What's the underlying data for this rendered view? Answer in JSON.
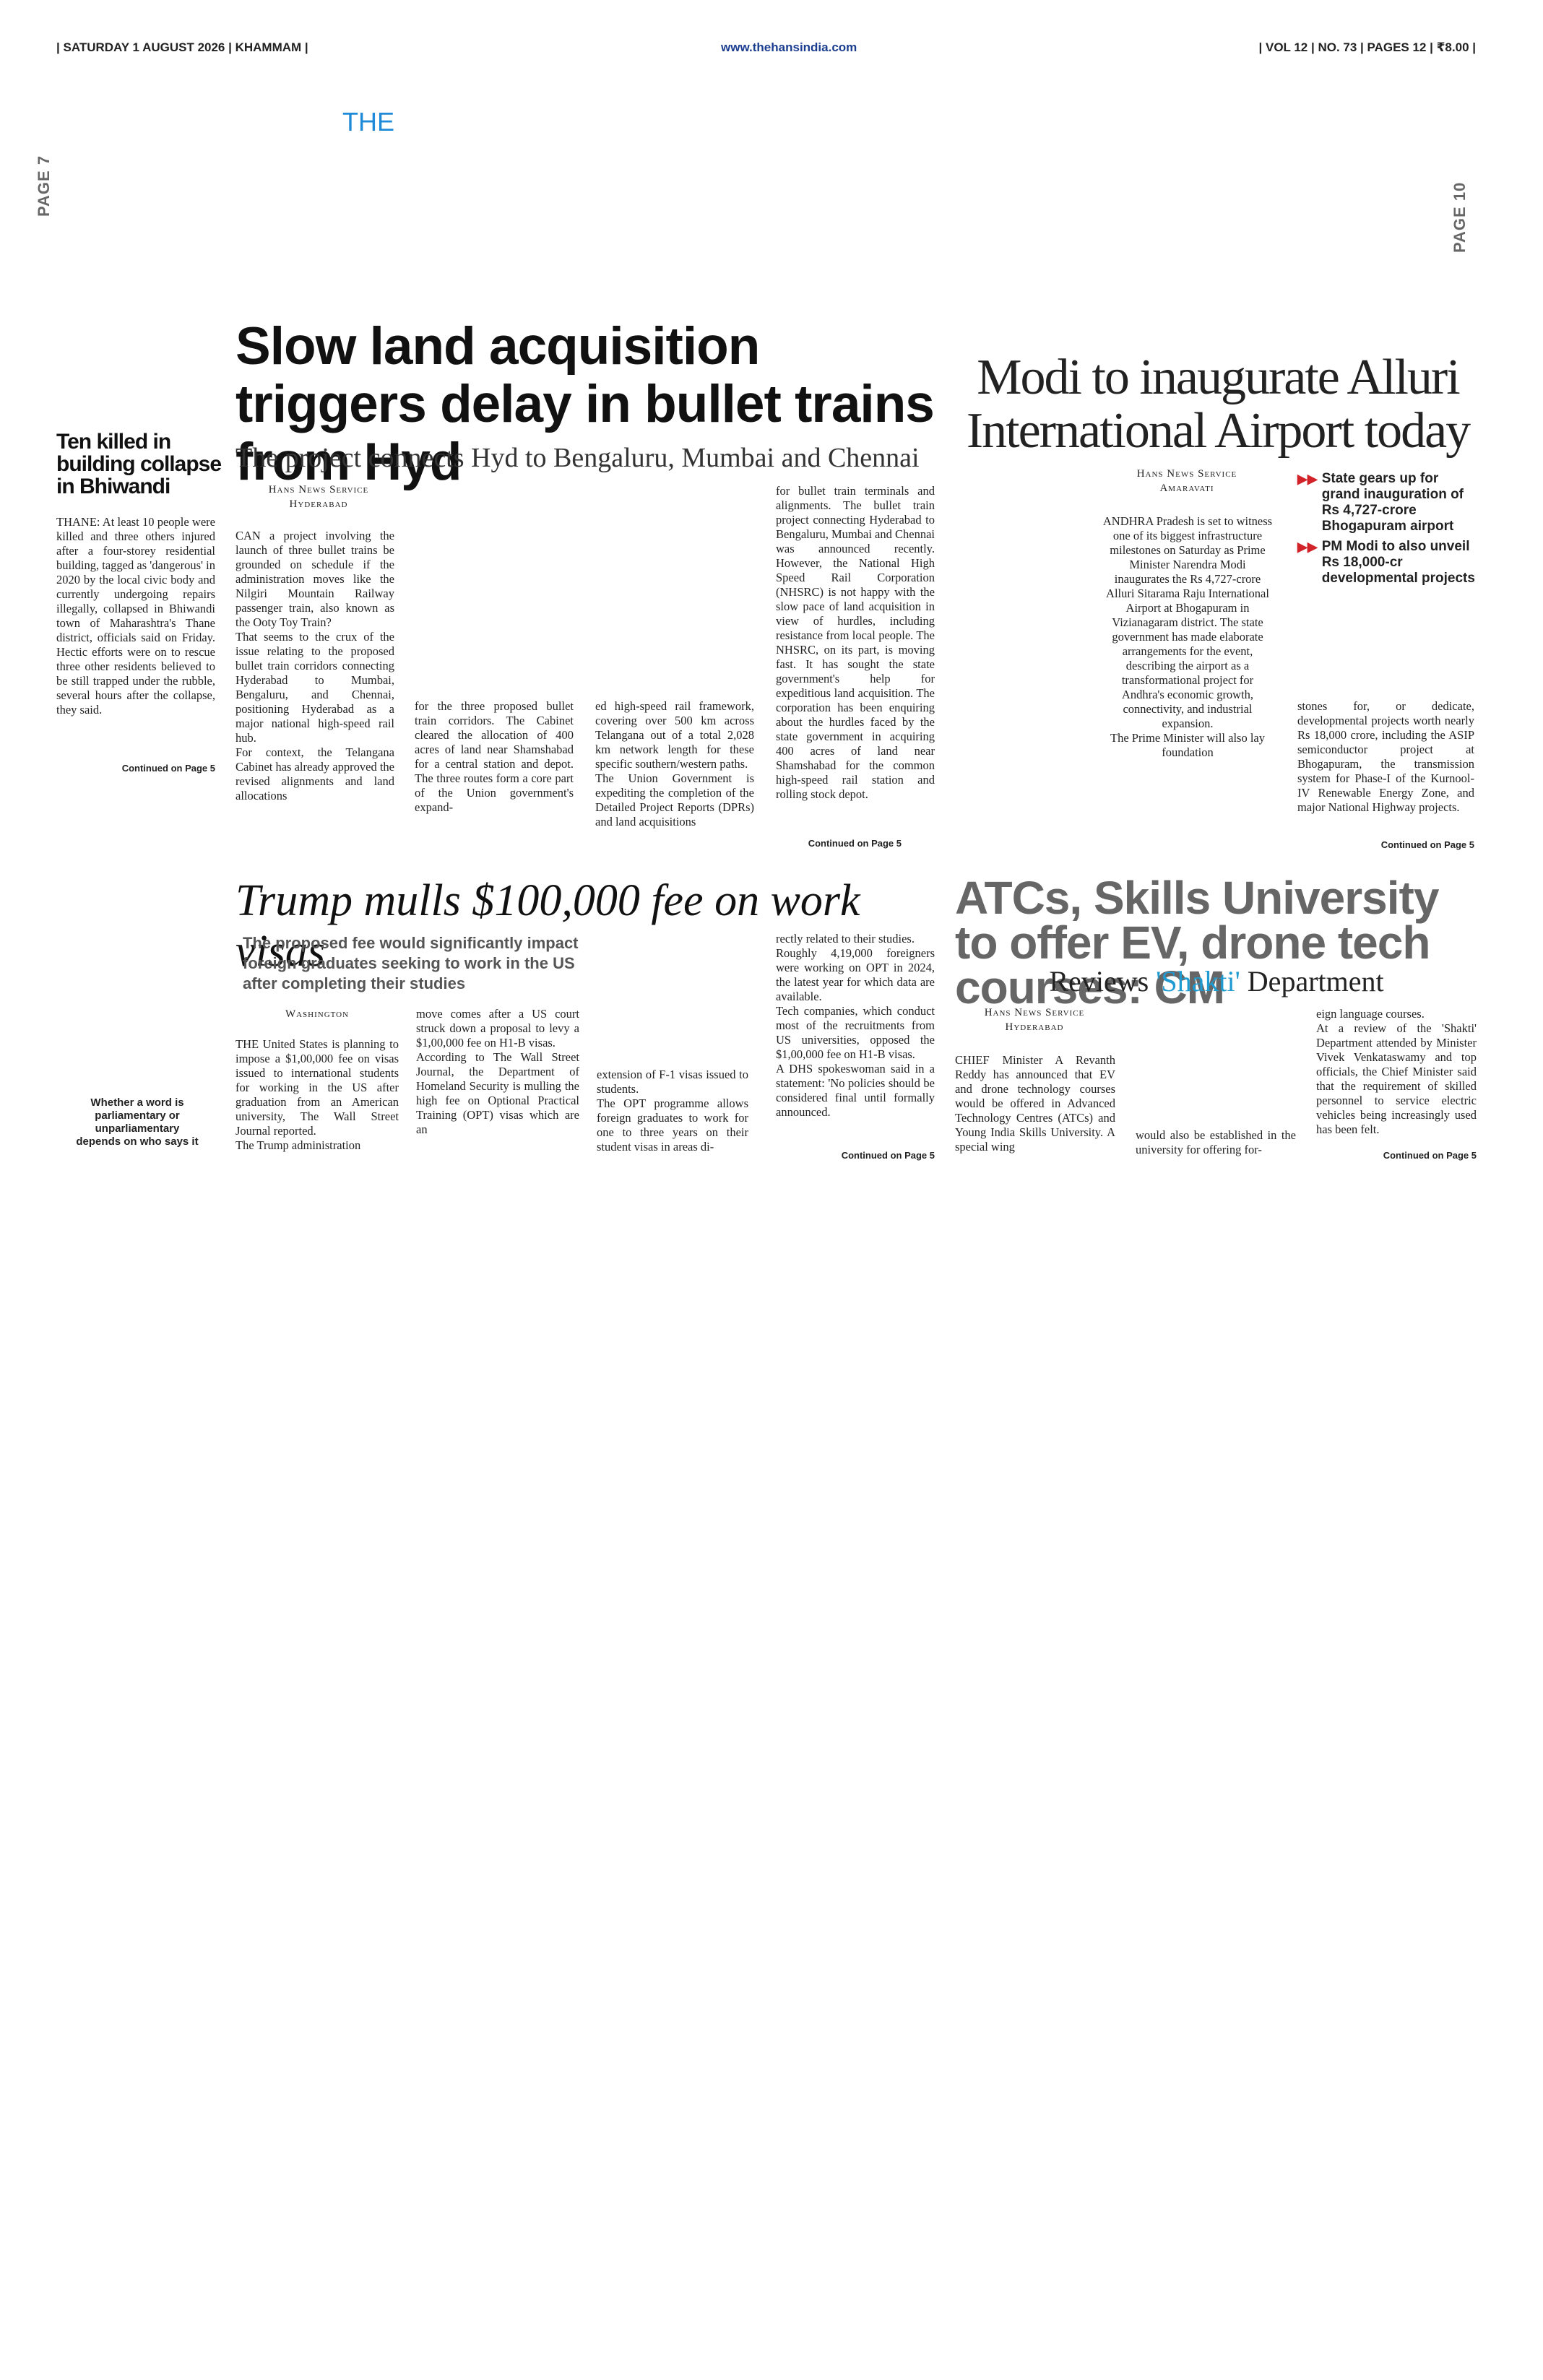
{
  "masthead": {
    "left": "| SATURDAY 1 AUGUST 2026 | KHAMMAM |",
    "center": "www.thehansindia.com",
    "right": "| VOL 12 | NO. 73 | PAGES 12 | ₹8.00 |",
    "brand": "THE"
  },
  "side_tags": {
    "left": "PAGE 7",
    "right": "PAGE 10"
  },
  "brief": {
    "headline": "Ten killed in building collapse in Bhiwandi",
    "body": "THANE: At least 10 people were killed and three others injured after a four-storey residential building, tagged as 'dangerous' in 2020 by the local civic body and currently undergoing repairs illegally, collapsed in Bhiwandi town of Maharashtra's Thane district, officials said on Friday. Hectic efforts were on to rescue three other residents believed to be still trapped under the rubble, several hours after the collapse, they said.",
    "continued": "Continued on Page 5"
  },
  "quote_box": {
    "text": "Whether a word is parliamentary or unparliamentary depends on who says it"
  },
  "lead": {
    "headline": "Slow land acquisition triggers delay in bullet trains from Hyd",
    "subhead": "The project connects Hyd to Bengaluru, Mumbai and Chennai",
    "byline_1": "Hans News Service",
    "byline_2": "Hyderabad",
    "col1": "CAN a project involving the launch of three bullet trains be grounded on schedule if the administration moves like the Nilgiri Mountain Railway passenger train, also known as the Ooty Toy Train?\nThat seems to the crux of the issue relating to the proposed bullet train corridors connecting Hyderabad to Mumbai, Bengaluru, and Chennai, positioning Hyderabad as a major national high-speed rail hub.\nFor context, the Telangana Cabinet has already approved the revised alignments and land allocations",
    "col2": "for the three proposed bullet train corridors. The Cabinet cleared the allocation of 400 acres of land near Shamshabad for a central station and depot. The three routes form a core part of the Union government's expand-",
    "col3": "ed high-speed rail framework, covering over 500 km across Telangana out of a total 2,028 km network length for these specific southern/western paths.\nThe Union Government is expediting the completion of the Detailed Project Reports (DPRs) and land acquisitions",
    "col4": "for bullet train terminals and alignments. The bullet train project connecting Hyderabad to Bengaluru, Mumbai and Chennai was announced recently. However, the National High Speed Rail Corporation (NHSRC) is not happy with the slow pace of land acquisition in view of hurdles, including resistance from local people. The NHSRC, on its part, is moving fast. It has sought the state government's help for expeditious land acquisition. The corporation has been enquiring about the hurdles faced by the state government in acquiring 400 acres of land near Shamshabad for the common high-speed rail station and rolling stock depot.",
    "continued": "Continued on Page 5"
  },
  "modi": {
    "headline": "Modi to inaugurate Alluri International Airport today",
    "byline_1": "Hans News Service",
    "byline_2": "Amaravati",
    "bullets": [
      "State gears up for grand inauguration of Rs 4,727-crore Bhogapuram airport",
      "PM Modi to also unveil Rs 18,000-cr developmental projects"
    ],
    "col1": "ANDHRA Pradesh is set to witness one of its biggest infrastructure milestones on Saturday as Prime Minister Narendra Modi inaugurates the Rs 4,727-crore Alluri Sitarama Raju International Airport at Bhogapuram in Vizianagaram district. The state government has made elaborate arrangements for the event, describing the airport as a transformational project for Andhra's economic growth, connectivity, and industrial expansion.\nThe Prime Minister will also lay foundation",
    "col2": "stones for, or dedicate, developmental projects worth nearly Rs 18,000 crore, including the ASIP semiconductor project at Bhogapuram, the transmission system for Phase-I of the Kurnool-IV Renewable Energy Zone, and major National Highway projects.",
    "continued": "Continued on Page 5"
  },
  "trump": {
    "headline": "Trump mulls $100,000 fee on work visas",
    "subhead": "The proposed fee would significantly impact foreign graduates seeking to work in the US after completing their studies",
    "byline": "Washington",
    "col1": "THE United States is planning to impose a $1,00,000 fee on visas issued to international students for working in the US after graduation from an American university, The Wall Street Journal reported.\nThe Trump administration",
    "col2": "move comes after a US court struck down a proposal to levy a $1,00,000 fee on H1-B visas.\nAccording to The Wall Street Journal, the Department of Homeland Security is mulling the high fee on Optional Practical Training (OPT) visas which are an",
    "col3": "extension of F-1 visas issued to students.\nThe OPT programme allows foreign graduates to work for one to three years on their student visas in areas di-",
    "col4": "rectly related to their studies.\nRoughly 4,19,000 foreigners were working on OPT in 2024, the latest year for which data are available.\nTech companies, which conduct most of the recruitments from US universities, opposed the $1,00,000 fee on H1-B visas.\nA DHS spokeswoman said in a statement: 'No policies should be considered final until formally announced.",
    "continued": "Continued on Page 5"
  },
  "atc": {
    "headline": "ATCs, Skills University to offer EV, drone tech courses: CM",
    "subhead_pre": "Reviews ",
    "subhead_highlight": "'Shakti'",
    "subhead_post": " Department",
    "byline_1": "Hans News Service",
    "byline_2": "Hyderabad",
    "col1": "CHIEF Minister A Revanth Reddy has announced that EV and drone technology courses would be offered in Advanced Technology Centres (ATCs) and Young India Skills University. A special wing",
    "col2": "would also be established in the university for offering for-",
    "col3": "eign language courses.\nAt a review of the 'Shakti' Department attended by Minister Vivek Venkataswamy and top officials, the Chief Minister said that the requirement of skilled personnel to service electric vehicles being increasingly used has been felt.",
    "continued": "Continued on Page 5"
  }
}
